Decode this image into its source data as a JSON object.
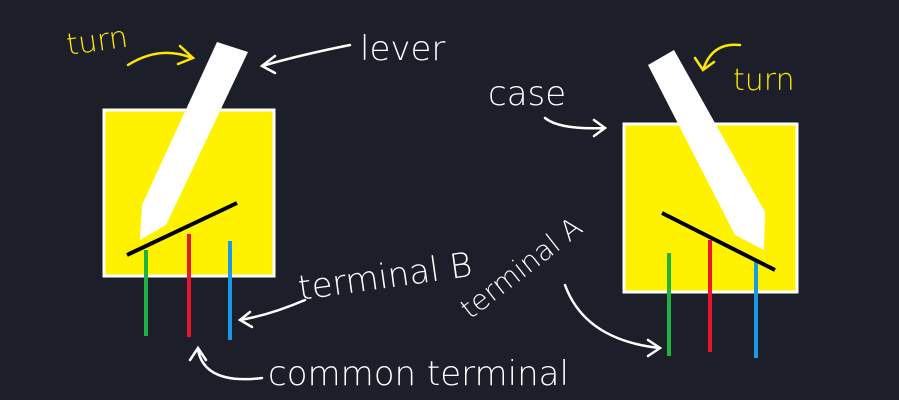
{
  "labels": {
    "turn_left": "turn",
    "lever": "lever",
    "case": "case",
    "turn_right": "turn",
    "terminal_b": "terminal B",
    "terminal_a": "terminal A",
    "common_terminal": "common terminal"
  },
  "colors": {
    "background": "#1c1f2a",
    "case_fill": "#fff200",
    "case_stroke": "#ffffff",
    "lever": "#ffffff",
    "contact_bar": "#000000",
    "terminal_green": "#1fb141",
    "terminal_red": "#e8162b",
    "terminal_blue": "#1a9ae6",
    "annotation_white": "#ffffff",
    "annotation_yellow": "#ffe600"
  }
}
